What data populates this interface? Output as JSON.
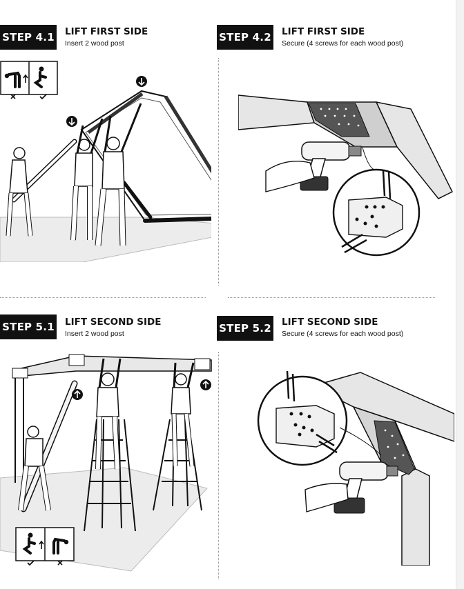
{
  "steps": [
    {
      "id": "4.1",
      "badge": "STEP 4.1",
      "title": "LIFT FIRST SIDE",
      "subtitle": "Insert 2 wood post"
    },
    {
      "id": "4.2",
      "badge": "STEP 4.2",
      "title": "LIFT FIRST SIDE",
      "subtitle": "Secure (4 screws for each wood post)"
    },
    {
      "id": "5.1",
      "badge": "STEP 5.1",
      "title": "LIFT SECOND SIDE",
      "subtitle": "Insert 2 wood post"
    },
    {
      "id": "5.2",
      "badge": "STEP 5.2",
      "title": "LIFT SECOND SIDE",
      "subtitle": "Secure (4 screws for each wood post)"
    }
  ],
  "icons": {
    "posture_wrong": "bent-back-lift-icon",
    "posture_right": "straight-back-lift-icon",
    "arrow_down": "arrow-down-icon",
    "arrow_up": "arrow-up-icon",
    "wrong_mark": "x-mark-icon",
    "right_mark": "check-mark-icon"
  },
  "colors": {
    "ink": "#111111",
    "badge_bg": "#111111",
    "badge_text": "#ffffff",
    "rule": "#999999",
    "shade": "#e6e6e6"
  }
}
